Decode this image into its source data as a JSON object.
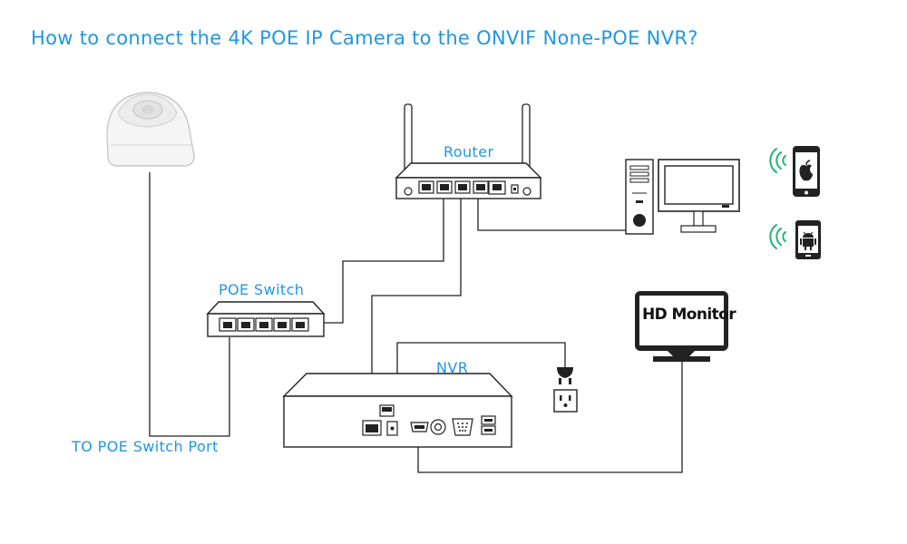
{
  "title": "How to connect the 4K POE IP Camera to the ONVIF None-POE NVR?",
  "labels": {
    "router": "Router",
    "poe_switch": "POE Switch",
    "nvr": "NVR",
    "to_poe_port": "TO POE Switch Port",
    "hd_monitor": "HD Monitor"
  },
  "colors": {
    "accent": "#2196e3",
    "stroke": "#222222",
    "wifi": "#22b573"
  },
  "icons": [
    "dome-camera-icon",
    "router-icon",
    "poe-switch-icon",
    "nvr-icon",
    "desktop-pc-icon",
    "smartphone-apple-icon",
    "smartphone-android-icon",
    "hd-monitor-icon",
    "power-plug-icon",
    "wall-outlet-icon",
    "wifi-signal-icon"
  ]
}
